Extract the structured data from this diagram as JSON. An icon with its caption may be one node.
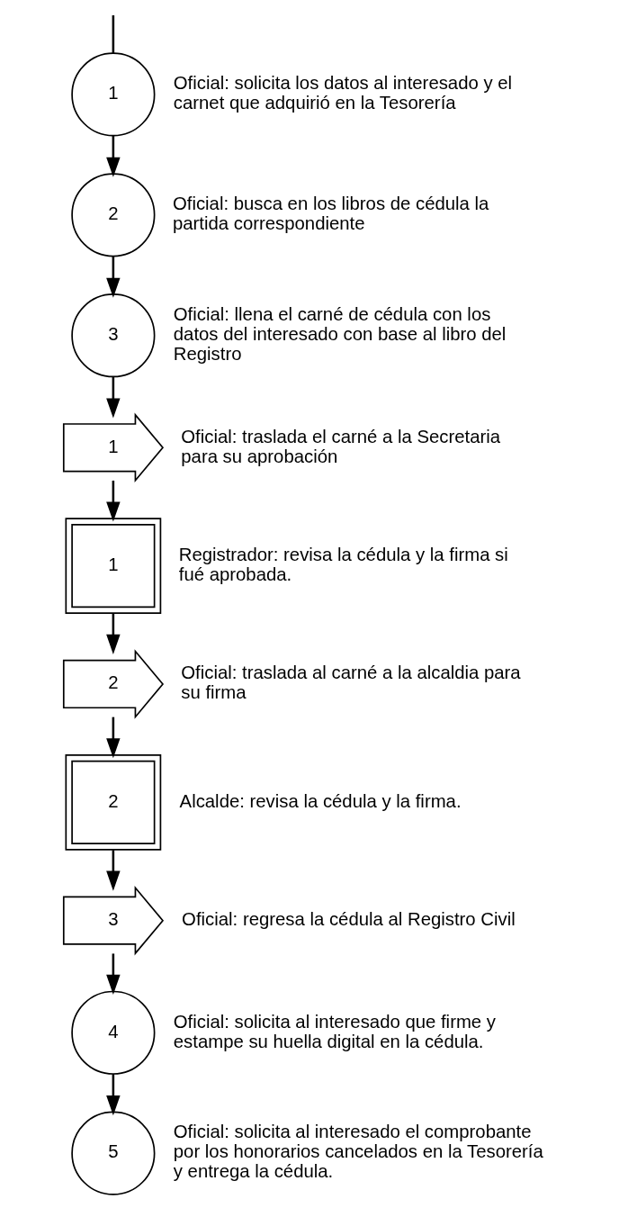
{
  "diagram": {
    "nodes": [
      {
        "text": [
          "1"
        ],
        "beside": [
          "Oficial: solicita los datos al interesado y el carnet que adquirió en la Tesorería"
        ]
      },
      {
        "text": [
          "2"
        ],
        "beside": [
          "Oficial: busca en los libros de cédula la partida correspondiente"
        ]
      },
      {
        "text": [
          "3"
        ],
        "beside": [
          "Oficial: llena el carné de cédula con los datos del interesado con base al libro del Registro"
        ]
      },
      {
        "text": [
          "1"
        ],
        "beside": [
          "Oficial: traslada el carné a la Secretaria para su aprobación"
        ]
      },
      {
        "text": [
          "1"
        ],
        "beside": [
          "Registrador: revisa la cédula y la firma si fué aprobada."
        ]
      },
      {
        "text": [
          "2"
        ],
        "beside": [
          "Oficial: traslada al carné a la alcaldia para su firma"
        ]
      },
      {
        "text": [
          "2"
        ],
        "beside": [
          "Alcalde: revisa la cédula y la firma."
        ]
      },
      {
        "text": [
          "3"
        ],
        "beside": [
          "Oficial: regresa la cédula al Registro Civil"
        ]
      },
      {
        "text": [
          "4"
        ],
        "beside": [
          "Oficial: solicita al interesado que firme y estampe su huella digital en la cédula."
        ]
      },
      {
        "text": [
          "5"
        ],
        "beside": [
          "Oficial: solicita al interesado el comprobante por los honorarios cancelados en la Tesorería y entrega la cédula."
        ]
      }
    ],
    "edges": [
      {
        "from": null,
        "to": 0,
        "arrow": "none"
      },
      {
        "from": 0,
        "to": 1,
        "arrow": "to"
      },
      {
        "from": 1,
        "to": 2,
        "arrow": "to"
      },
      {
        "from": 2,
        "to": 3,
        "arrow": "to"
      },
      {
        "from": 3,
        "to": 4,
        "arrow": "to"
      },
      {
        "from": 4,
        "to": 5,
        "arrow": "to"
      },
      {
        "from": 5,
        "to": 6,
        "arrow": "to"
      },
      {
        "from": 6,
        "to": 7,
        "arrow": "to"
      },
      {
        "from": 7,
        "to": 8,
        "arrow": "to"
      },
      {
        "from": 8,
        "to": 9,
        "arrow": "to"
      }
    ]
  }
}
